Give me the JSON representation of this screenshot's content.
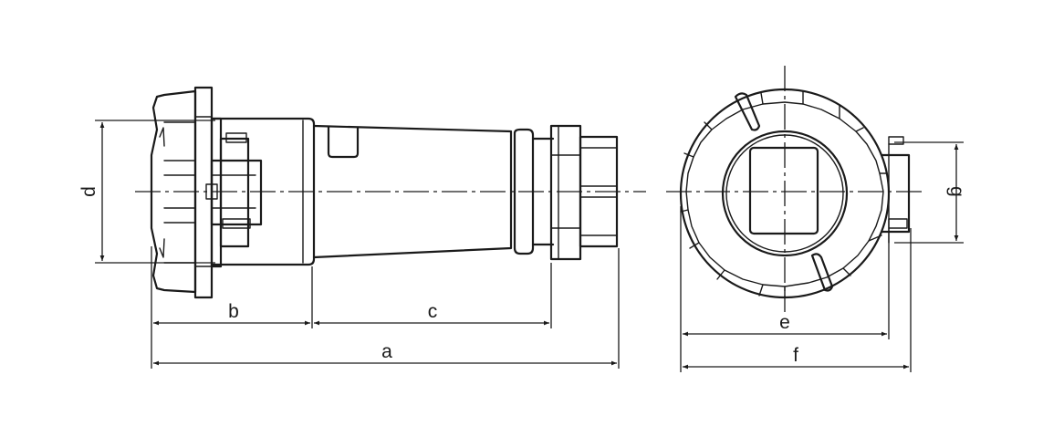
{
  "dimension_labels": {
    "a": "a",
    "b": "b",
    "c": "c",
    "d": "d",
    "e": "e",
    "f": "f",
    "g": "g"
  },
  "colors": {
    "line": "#1a1a1a",
    "background": "#ffffff"
  }
}
